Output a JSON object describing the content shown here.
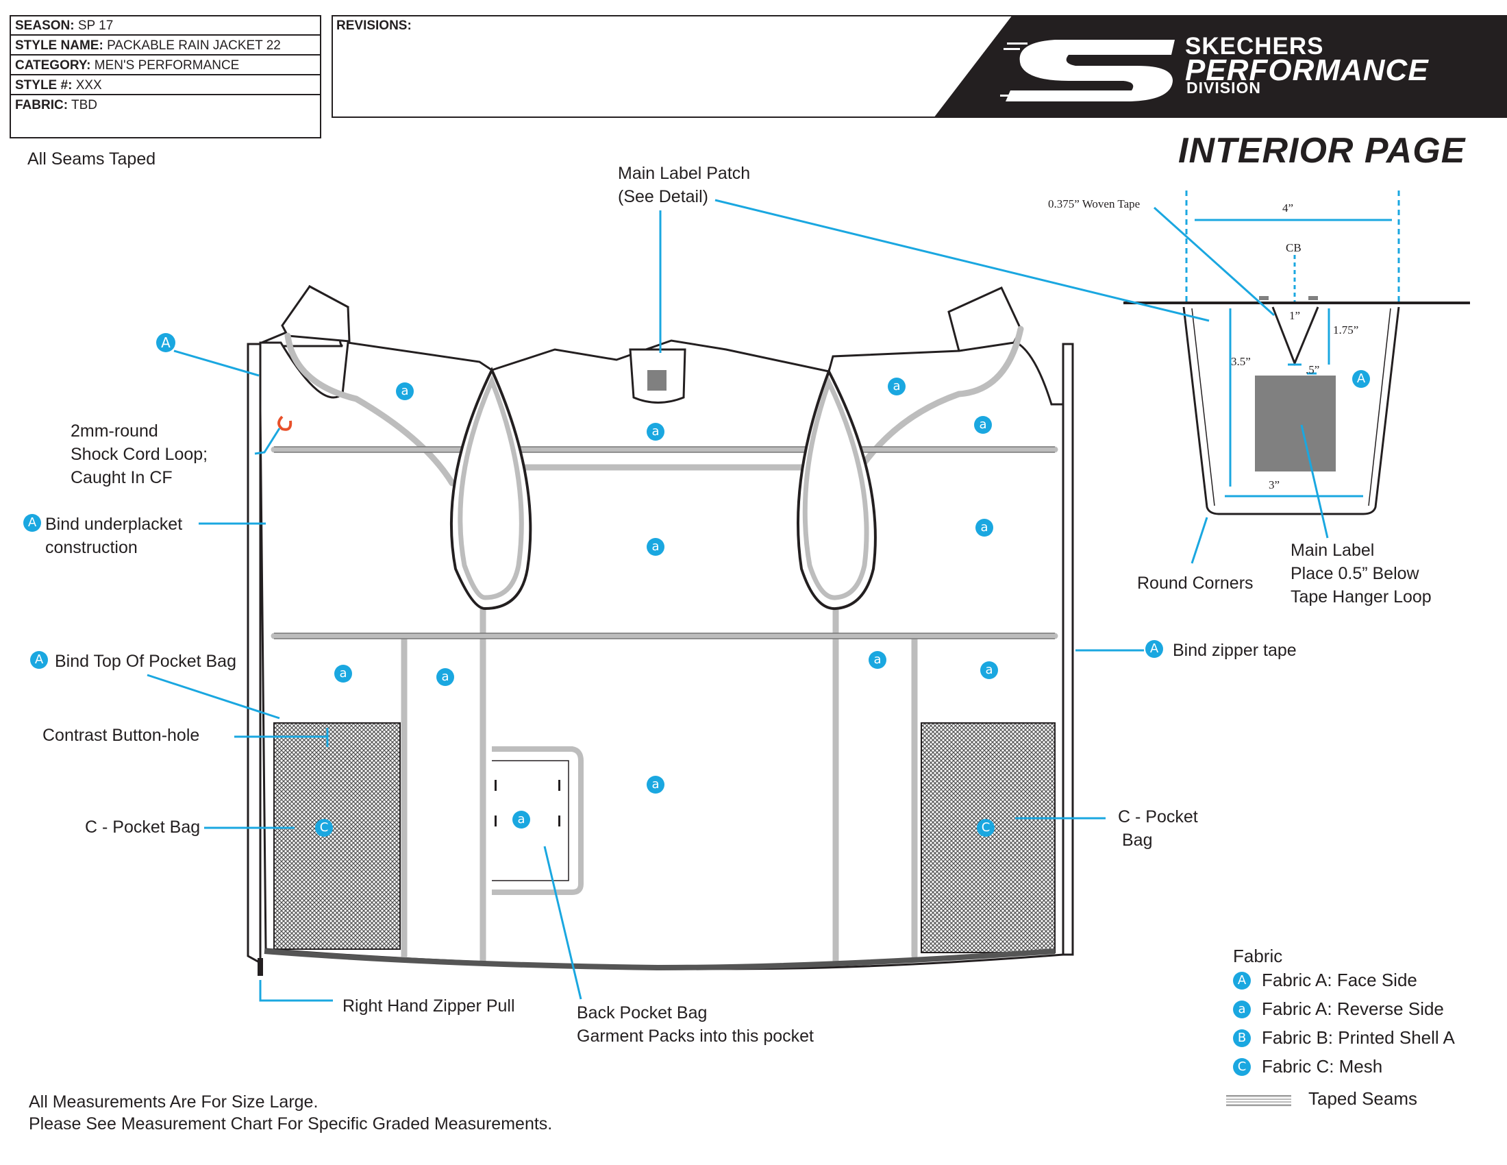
{
  "header": {
    "season_label": "SEASON:",
    "season_value": "SP 17",
    "style_name_label": "STYLE NAME:",
    "style_name_value": "PACKABLE RAIN JACKET 22",
    "category_label": "CATEGORY:",
    "category_value": "MEN'S PERFORMANCE",
    "style_no_label": "STYLE #:",
    "style_no_value": "XXX",
    "fabric_label": "FABRIC:",
    "fabric_value": "TBD",
    "revisions_label": "REVISIONS:"
  },
  "brand": {
    "line1": "SKECHERS",
    "line2": "PERFORMANCE",
    "line3": "DIVISION"
  },
  "page_title": "INTERIOR PAGE",
  "callouts": {
    "all_seams": "All Seams Taped",
    "main_label_patch_1": "Main Label Patch",
    "main_label_patch_2": "(See Detail)",
    "shock_cord_1": "2mm-round",
    "shock_cord_2": "Shock Cord Loop;",
    "shock_cord_3": "Caught In CF",
    "bind_underplacket_1": "Bind underplacket",
    "bind_underplacket_2": "construction",
    "bind_top_pocket": "Bind Top Of Pocket Bag",
    "contrast_buttonhole": "Contrast Button-hole",
    "c_pocket_bag_left": "C - Pocket Bag",
    "c_pocket_bag_right_1": "C - Pocket",
    "c_pocket_bag_right_2": "Bag",
    "right_zipper_pull": "Right Hand Zipper Pull",
    "back_pocket_1": "Back Pocket Bag",
    "back_pocket_2": "Garment Packs into this pocket",
    "bind_zipper_tape": "Bind zipper tape",
    "round_corners": "Round Corners",
    "main_label_1": "Main Label",
    "main_label_2": "Place 0.5” Below",
    "main_label_3": "Tape Hanger Loop"
  },
  "detail": {
    "woven_tape": "0.375” Woven Tape",
    "width": "4”",
    "cb": "CB",
    "one_inch": "1”",
    "one75": "1.75”",
    "three5": "3.5”",
    "half": ".5”",
    "three": "3”"
  },
  "badges": {
    "A": "A",
    "a": "a",
    "B": "B",
    "C": "C"
  },
  "legend": {
    "title": "Fabric",
    "items": [
      {
        "key": "A",
        "label": "Fabric A: Face Side"
      },
      {
        "key": "a",
        "label": "Fabric A: Reverse Side"
      },
      {
        "key": "B",
        "label": "Fabric B:  Printed Shell A"
      },
      {
        "key": "C",
        "label": "Fabric C:  Mesh"
      }
    ],
    "taped": "Taped Seams"
  },
  "notes": {
    "line1": "All Measurements Are For Size Large.",
    "line2": "Please See Measurement Chart For Specific Graded Measurements."
  },
  "colors": {
    "accent": "#1aa7e0",
    "ink": "#231f20",
    "label_gray": "#808080",
    "cord": "#e8502a"
  }
}
